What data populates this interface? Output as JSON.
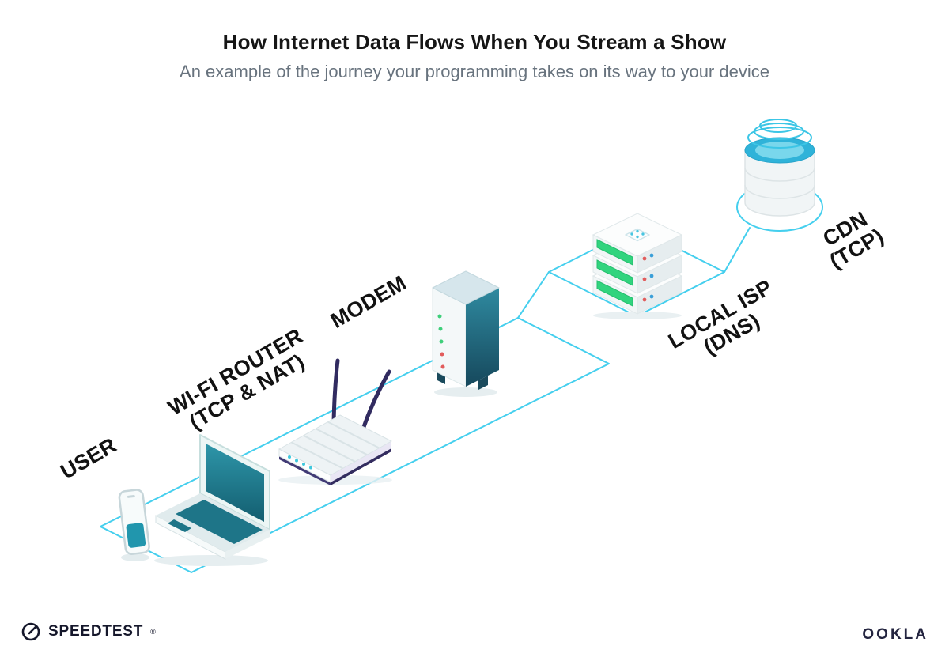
{
  "header": {
    "title": "How Internet Data Flows When You Stream a Show",
    "subtitle": "An example of the journey your programming takes on its way to your device"
  },
  "nodes": {
    "user": {
      "label": "USER"
    },
    "router": {
      "label": "WI-FI ROUTER",
      "sub": "(TCP & NAT)"
    },
    "modem": {
      "label": "MODEM"
    },
    "isp": {
      "label": "LOCAL ISP",
      "sub": "(DNS)"
    },
    "cdn": {
      "label": "CDN",
      "sub": "(TCP)"
    }
  },
  "footer": {
    "speedtest_label": "SPEEDTEST",
    "trademark": "®",
    "ookla_label": "OOKLA"
  },
  "icons": {
    "speedtest": "gauge-icon",
    "user": "phone-and-laptop-illustration",
    "router": "wifi-router-illustration",
    "modem": "modem-illustration",
    "isp": "server-stack-illustration",
    "cdn": "database-cylinder-illustration"
  },
  "colors": {
    "accent_cyan": "#45cfee",
    "device_teal": "#1e7588",
    "led_green": "#31d47e",
    "led_red": "#e25c5c",
    "led_blue": "#3a9fd8",
    "antenna_navy": "#312b60",
    "ink": "#161616",
    "subtitle_gray": "#68737e"
  }
}
